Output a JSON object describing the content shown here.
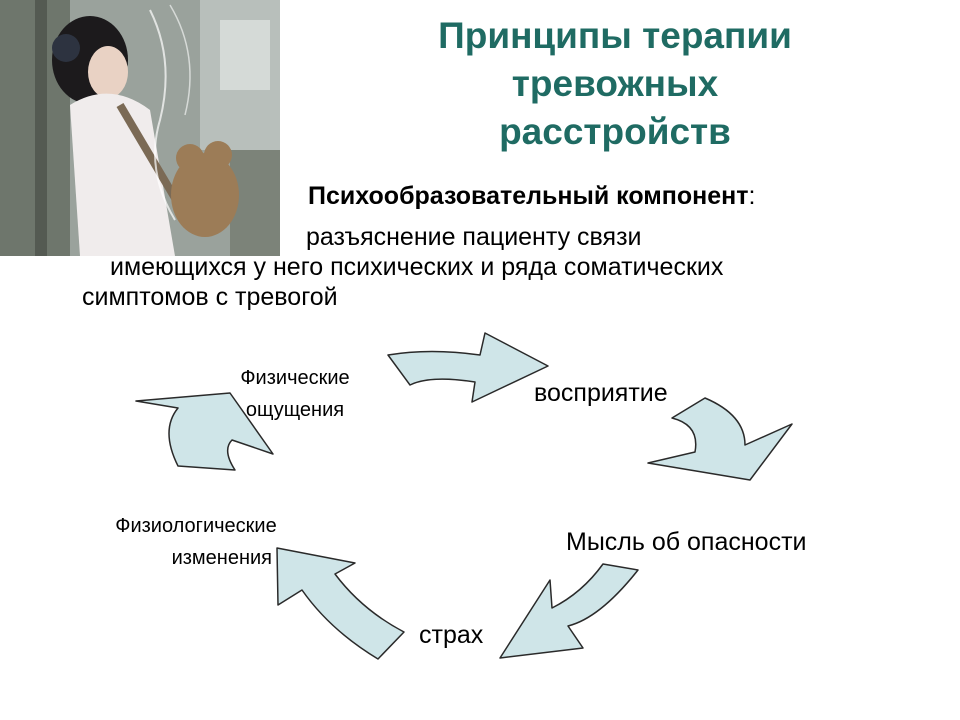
{
  "title": {
    "line1": "Принципы терапии",
    "line2": "тревожных",
    "line3": "расстройств"
  },
  "subtitle": {
    "bold": "Психообразовательный компонент",
    "colon": ":"
  },
  "body": {
    "line1": "разъяснение пациенту связи",
    "line2": "имеющихся у него психических и ряда соматических",
    "line3": "симптомов с тревогой"
  },
  "cycle": {
    "perception": "восприятие",
    "danger_thought": "Мысль об опасности",
    "fear": "страх",
    "physiological_line1": "Физиологические",
    "physiological_line2": "изменения",
    "physical_line1": "Физические",
    "physical_line2": "ощущения"
  },
  "colors": {
    "title": "#1f6b63",
    "arrow_fill": "#cfe5e8",
    "arrow_stroke": "#2a2a2a"
  },
  "icons": {
    "photo": "girl-with-headphones-photo"
  }
}
